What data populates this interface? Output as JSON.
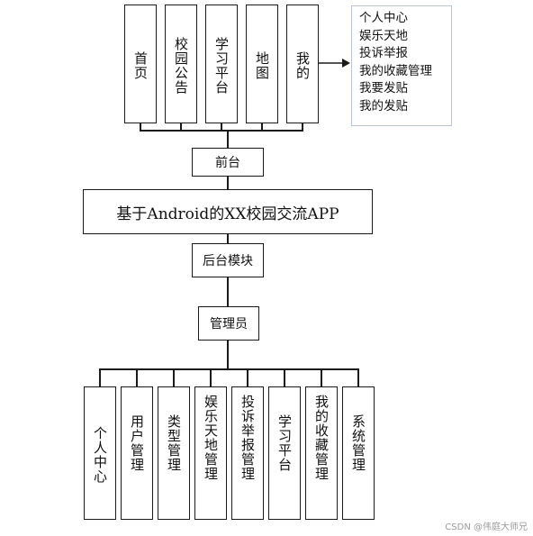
{
  "diagram": {
    "top_nodes": [
      "首页",
      "校园公告",
      "学习平台",
      "地图",
      "我的"
    ],
    "my_submenu": [
      "个人中心",
      "娱乐天地",
      "投诉举报",
      "我的收藏管理",
      "我要发贴",
      "我的发贴"
    ],
    "frontend": "前台",
    "app_title": "基于Android的XX校园交流APP",
    "backend": "后台模块",
    "admin": "管理员",
    "bottom_nodes": [
      "个人中心",
      "用户管理",
      "类型管理",
      "娱乐天地管理",
      "投诉举报管理",
      "学习平台",
      "我的收藏管理",
      "系统管理"
    ]
  },
  "watermark": "CSDN @伟庭大师兄"
}
